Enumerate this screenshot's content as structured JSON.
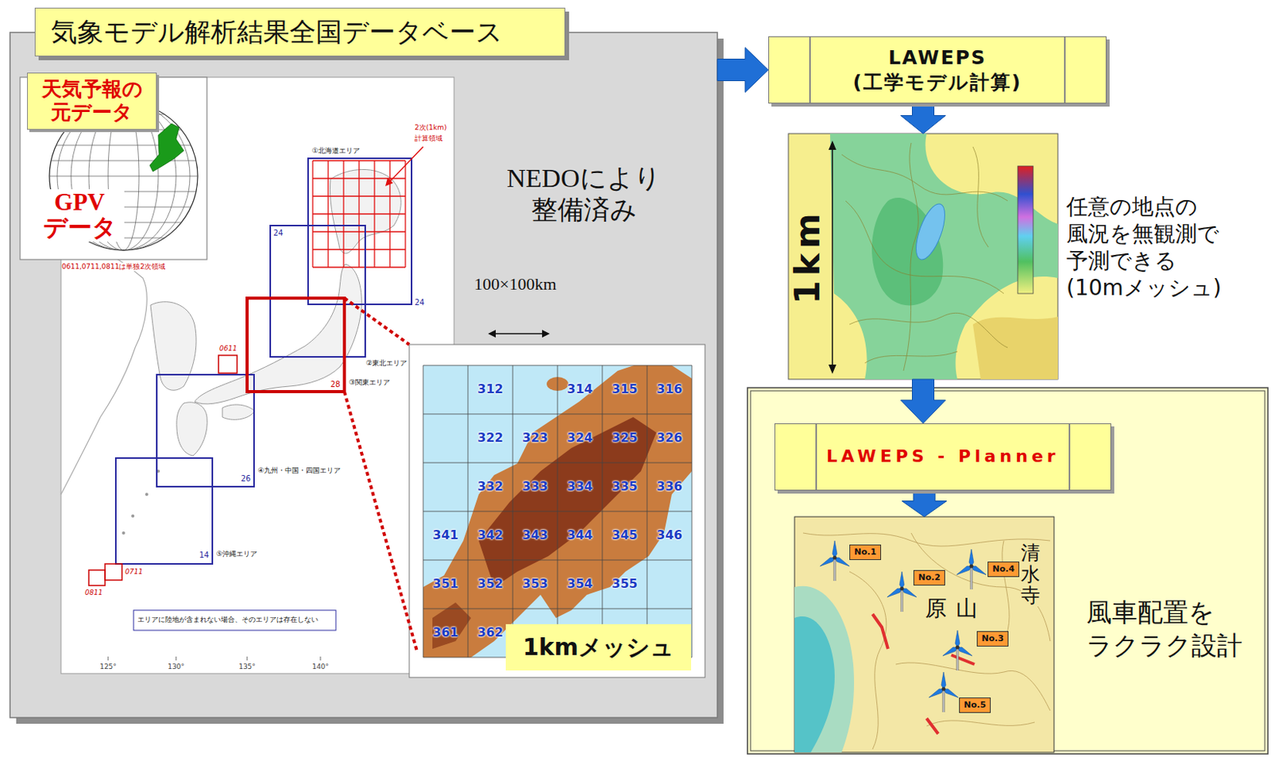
{
  "diagram": {
    "nodes": [
      {
        "text": [
          "気象モデル解析結果全国データベース"
        ]
      },
      {
        "text": [
          "GPV データ"
        ],
        "in": 0
      },
      {
        "text": [
          "天気予報の 元データ"
        ],
        "in": 1
      },
      {
        "text": [
          "1kmメッシュ"
        ],
        "in": 0
      },
      {
        "text": [
          "LAWEPS (工学モデル計算)"
        ]
      },
      {
        "text": [
          "1km"
        ]
      },
      {
        "text": [
          "風車配置を ラクラク設計"
        ]
      },
      {
        "text": [
          "LAWEPS - Planner"
        ],
        "in": 6
      },
      {
        "text": [
          "原山",
          "清水寺"
        ],
        "in": 6
      },
      {
        "text": [
          "No.1"
        ],
        "in": 8
      },
      {
        "text": [
          "No.2"
        ],
        "in": 8
      },
      {
        "text": [
          "No.4"
        ],
        "in": 8
      },
      {
        "text": [
          "No.3"
        ],
        "in": 8
      },
      {
        "text": [
          "No.5"
        ],
        "in": 8
      }
    ],
    "edges": [
      {
        "from": 0,
        "to": 4,
        "arrow": "to"
      },
      {
        "from": 4,
        "to": 5,
        "arrow": "to"
      },
      {
        "from": 5,
        "to": 7,
        "arrow": "to"
      },
      {
        "from": 7,
        "to": 8,
        "arrow": "to"
      }
    ],
    "labels": [
      "NEDOにより 整備済み",
      "100×100km",
      "任意の地点の 風況を無観測で 予測できる (10mメッシュ)",
      "①北海道エリア",
      "2次(1km)",
      "計算領域",
      "②東北エリア",
      "③関東エリア",
      "④九州・中国・四国エリア",
      "⑤沖縄エリア",
      "24",
      "24",
      "28",
      "26",
      "14",
      "0611",
      "0711",
      "0811",
      "0611,0711,0811は単独2次領域",
      "エリアに陸地が含まれない場合、そのエリアは存在しない",
      "125°",
      "130°",
      "135°",
      "140°",
      "312",
      "314",
      "315",
      "316",
      "322",
      "323",
      "324",
      "325",
      "326",
      "332",
      "333",
      "334",
      "335",
      "336",
      "341",
      "342",
      "343",
      "344",
      "345",
      "346",
      "351",
      "352",
      "353",
      "354",
      "355",
      "361",
      "362"
    ]
  }
}
